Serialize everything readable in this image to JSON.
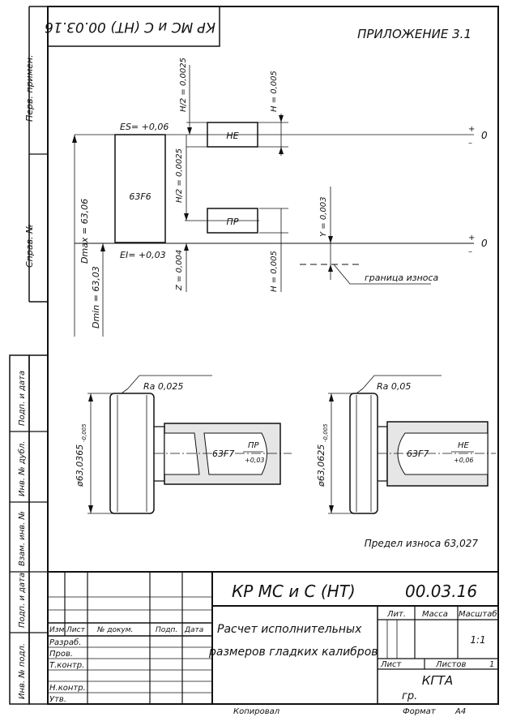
{
  "stamp_corner": "КР МС и С (НТ)  00.03.16",
  "appendix_title": "ПРИЛОЖЕНИЕ 3.1",
  "side_labels": [
    "Перв. примен.",
    "Справ. №",
    "Подп. и дата",
    "Инв. № дубл.",
    "Взам. инв. №",
    "Подп. и дата",
    "Инв. № подл."
  ],
  "tolerance": {
    "hole_label": "63F6",
    "es": "ES= +0,06",
    "ei": "EI= +0,03",
    "dmax": "Dmax = 63,06",
    "dmin": "Dmin = 63,03",
    "ne_label": "НЕ",
    "pr_label": "ПР",
    "h2_top": "H/2 = 0,0025",
    "h2_mid": "H/2 = 0,0025",
    "h_top": "H = 0,005",
    "h_bottom": "H = 0,005",
    "z": "Z = 0,004",
    "y": "Y = 0,003",
    "wear_limit": "граница износа",
    "zero": "0",
    "plus": "+",
    "minus": "–"
  },
  "gauge_left": {
    "ra": "Ra 0,025",
    "diameter": "ø63,0365",
    "diameter_tol": "-0,005",
    "fit": "63F7",
    "side": "ПР",
    "dev": "+0,03"
  },
  "gauge_right": {
    "ra": "Ra 0,05",
    "diameter": "ø63,0625",
    "diameter_tol": "-0,005",
    "fit": "63F7",
    "side": "НЕ",
    "dev": "+0,06"
  },
  "wear_note": "Предел износа 63,027",
  "title_block": {
    "designation": "КР  МС и С  (НТ)",
    "number": "00.03.16",
    "title_line1": "Расчет исполнительных",
    "title_line2": "размеров гладких калибров",
    "col_headers": [
      "Изм.",
      "Лист",
      "№ докум.",
      "Подп.",
      "Дата"
    ],
    "roles": [
      "Разраб.",
      "Пров.",
      "Т.контр.",
      "Н.контр.",
      "Утв."
    ],
    "lit": "Лит.",
    "mass": "Масса",
    "scale_label": "Масштаб",
    "scale": "1:1",
    "sheet": "Лист",
    "sheets": "Листов",
    "sheets_count": "1",
    "org": "КГТА",
    "group": "гр.",
    "copied": "Копировал",
    "format": "Формат",
    "format_value": "А4"
  }
}
